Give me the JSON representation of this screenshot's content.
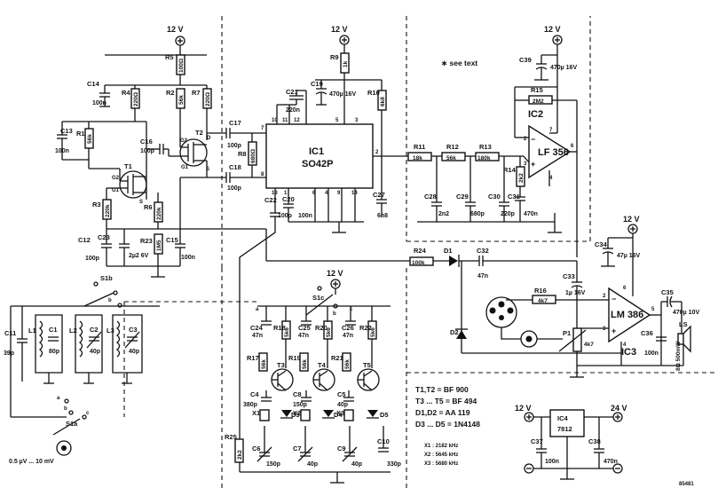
{
  "supply": {
    "v12": "12 V",
    "v24": "24 V"
  },
  "see_text": "∗ see text",
  "ics": {
    "ic1_name": "IC1",
    "ic1_part": "SO42P",
    "ic2_name": "IC2",
    "ic2_part": "LF 356",
    "ic3_name": "IC3",
    "ic3_part": "LM 386",
    "ic4_name": "IC4",
    "ic4_part": "7812"
  },
  "resistors": [
    {
      "ref": "R5",
      "value": "100Ω"
    },
    {
      "ref": "R4",
      "value": "220Ω"
    },
    {
      "ref": "R2",
      "value": "56k"
    },
    {
      "ref": "R7",
      "value": "220Ω"
    },
    {
      "ref": "R1",
      "value": "56k"
    },
    {
      "ref": "R3",
      "value": "220k"
    },
    {
      "ref": "R6",
      "value": "220k"
    },
    {
      "ref": "R23",
      "value": "1M5"
    },
    {
      "ref": "R8",
      "value": "680Ω"
    },
    {
      "ref": "R9",
      "value": "1k"
    },
    {
      "ref": "R10",
      "value": "6k8"
    },
    {
      "ref": "R11",
      "value": "18k"
    },
    {
      "ref": "R12",
      "value": "56k"
    },
    {
      "ref": "R13",
      "value": "180k"
    },
    {
      "ref": "R14",
      "value": "2k2"
    },
    {
      "ref": "R15",
      "value": "2M2"
    },
    {
      "ref": "R24",
      "value": "100k"
    },
    {
      "ref": "R16",
      "value": "4k7"
    },
    {
      "ref": "P1",
      "value": "4k7"
    },
    {
      "ref": "R17",
      "value": "56k"
    },
    {
      "ref": "R18",
      "value": "5k6"
    },
    {
      "ref": "R19",
      "value": "56k"
    },
    {
      "ref": "R20",
      "value": "5k6"
    },
    {
      "ref": "R21",
      "value": "56k"
    },
    {
      "ref": "R22",
      "value": "5k6"
    },
    {
      "ref": "R25",
      "value": "2k2"
    }
  ],
  "capacitors": [
    {
      "ref": "C14",
      "value": "100n"
    },
    {
      "ref": "C13",
      "value": "100n"
    },
    {
      "ref": "C16",
      "value": "100p"
    },
    {
      "ref": "C17",
      "value": "100p"
    },
    {
      "ref": "C18",
      "value": "100p"
    },
    {
      "ref": "C21",
      "value": "220n"
    },
    {
      "ref": "C19",
      "value": "470µ 16V"
    },
    {
      "ref": "C12",
      "value": "100p"
    },
    {
      "ref": "C23",
      "value": "2µ2 6V"
    },
    {
      "ref": "C15",
      "value": "100n"
    },
    {
      "ref": "C22",
      "value": "100p"
    },
    {
      "ref": "C20",
      "value": "100n"
    },
    {
      "ref": "C27",
      "value": "6n8"
    },
    {
      "ref": "C39",
      "value": "470µ 16V"
    },
    {
      "ref": "C28",
      "value": "2n2"
    },
    {
      "ref": "C29",
      "value": "680p"
    },
    {
      "ref": "C30",
      "value": "220p"
    },
    {
      "ref": "C31",
      "value": "470n"
    },
    {
      "ref": "C34",
      "value": "47µ 16V"
    },
    {
      "ref": "C32",
      "value": "47n"
    },
    {
      "ref": "C33",
      "value": "1µ 16V"
    },
    {
      "ref": "C35",
      "value": "470µ 10V"
    },
    {
      "ref": "C36",
      "value": "100n"
    },
    {
      "ref": "C11",
      "value": "39p"
    },
    {
      "ref": "C1",
      "value": "80p"
    },
    {
      "ref": "C2",
      "value": "40p"
    },
    {
      "ref": "C3",
      "value": "40p"
    },
    {
      "ref": "C24",
      "value": "47n"
    },
    {
      "ref": "C25",
      "value": "47n"
    },
    {
      "ref": "C26",
      "value": "47n"
    },
    {
      "ref": "C4",
      "value": "380p"
    },
    {
      "ref": "C6",
      "value": "150p"
    },
    {
      "ref": "C8",
      "value": "150p"
    },
    {
      "ref": "C5",
      "value": "40p"
    },
    {
      "ref": "C7",
      "value": "40p"
    },
    {
      "ref": "C9",
      "value": "40p"
    },
    {
      "ref": "C10",
      "value": "330p"
    },
    {
      "ref": "C37",
      "value": "100n"
    },
    {
      "ref": "C38",
      "value": "470n"
    }
  ],
  "transistors": [
    "T1",
    "T2",
    "T3",
    "T4",
    "T5"
  ],
  "fet_pins": {
    "g1": "G1",
    "g2": "G2",
    "d": "D",
    "s": "S"
  },
  "diodes": [
    "D1",
    "D2",
    "D3",
    "D4",
    "D5"
  ],
  "coils": [
    "L1",
    "L2",
    "L3"
  ],
  "crystals": [
    "X1",
    "X2",
    "X3"
  ],
  "switches": {
    "s1a": "S1a",
    "s1b": "S1b",
    "s1c": "S1c",
    "pos_a": "a",
    "pos_b": "b",
    "pos_c": "c"
  },
  "speaker": {
    "ref": "LS",
    "spec": "8Ω 500mW"
  },
  "ic1_pins": [
    "10",
    "11",
    "12",
    "3",
    "5",
    "7",
    "8",
    "2",
    "13",
    "1",
    "6",
    "4",
    "9",
    "14"
  ],
  "opamp_pins": {
    "ic2": [
      "7",
      "2",
      "3",
      "6",
      "4"
    ],
    "ic3": [
      "6",
      "2",
      "3",
      "5",
      "4"
    ]
  },
  "input_label": "0.5 µV ... 10 mV",
  "parts_list": {
    "line1": "T1,T2 = BF 900",
    "line2": "T3 ... T5 = BF 494",
    "line3": "D1,D2 = AA 119",
    "line4": "D3 ... D5 = 1N4148"
  },
  "crystal_freqs": {
    "x1": "X1 : 2182 kHz",
    "x2": "X2 : 5645 kHz",
    "x3": "X3 : 5680 kHz"
  },
  "fig_code": "85481"
}
